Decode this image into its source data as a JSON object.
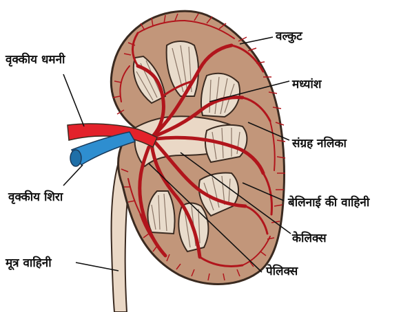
{
  "diagram": {
    "labels": {
      "renal_artery": "वृक्कीय धमनी",
      "renal_vein": "वृक्कीय शिरा",
      "ureter": "मूत्र वाहिनी",
      "cortex": "वल्कुट",
      "medulla": "मध्यांश",
      "collecting_duct": "संग्रह नलिका",
      "duct_of_bellini": "बेलिनाई की वाहिनी",
      "calyx": "केलिक्स",
      "pelvis": "पेलिक्स"
    },
    "colors": {
      "cortex": "#c2967a",
      "medulla": "#e9dccc",
      "pyramid_stripes": "#8a7566",
      "vessels": "#b1151c",
      "artery": "#e3222b",
      "vein": "#2e8ed0",
      "ureter": "#ead8c6",
      "outline": "#3a2a20"
    }
  }
}
